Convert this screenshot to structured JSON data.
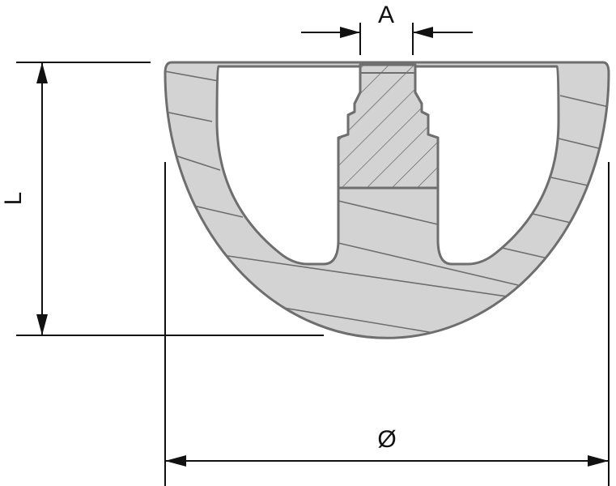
{
  "labels": {
    "width_a": "A",
    "length_l": "L",
    "diameter": "Ø"
  },
  "colors": {
    "body_fill": "#d3d3d3",
    "outline": "#6e6e6e",
    "hatch": "#6e6e6e",
    "dimension_line": "#111111",
    "background": "#ffffff"
  }
}
